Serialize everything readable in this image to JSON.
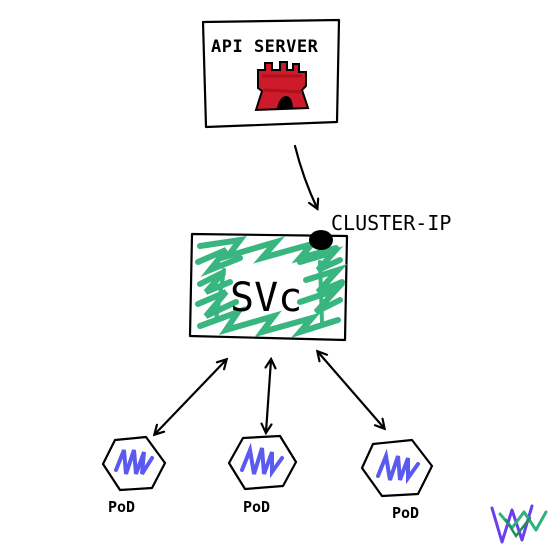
{
  "api_server": {
    "label": "API SERVER",
    "icon": "castle-icon",
    "icon_color": "#cc1a2a"
  },
  "service": {
    "label": "SVc",
    "ip_label": "CLUSTER-IP",
    "fill_color": "#2fb37a"
  },
  "pods": [
    {
      "label": "PoD"
    },
    {
      "label": "PoD"
    },
    {
      "label": "PoD"
    }
  ],
  "pod_color": "#5a5af0",
  "logo": {
    "icon": "hex-logo-icon",
    "colors": [
      "#6a3df0",
      "#2fb37a"
    ]
  }
}
